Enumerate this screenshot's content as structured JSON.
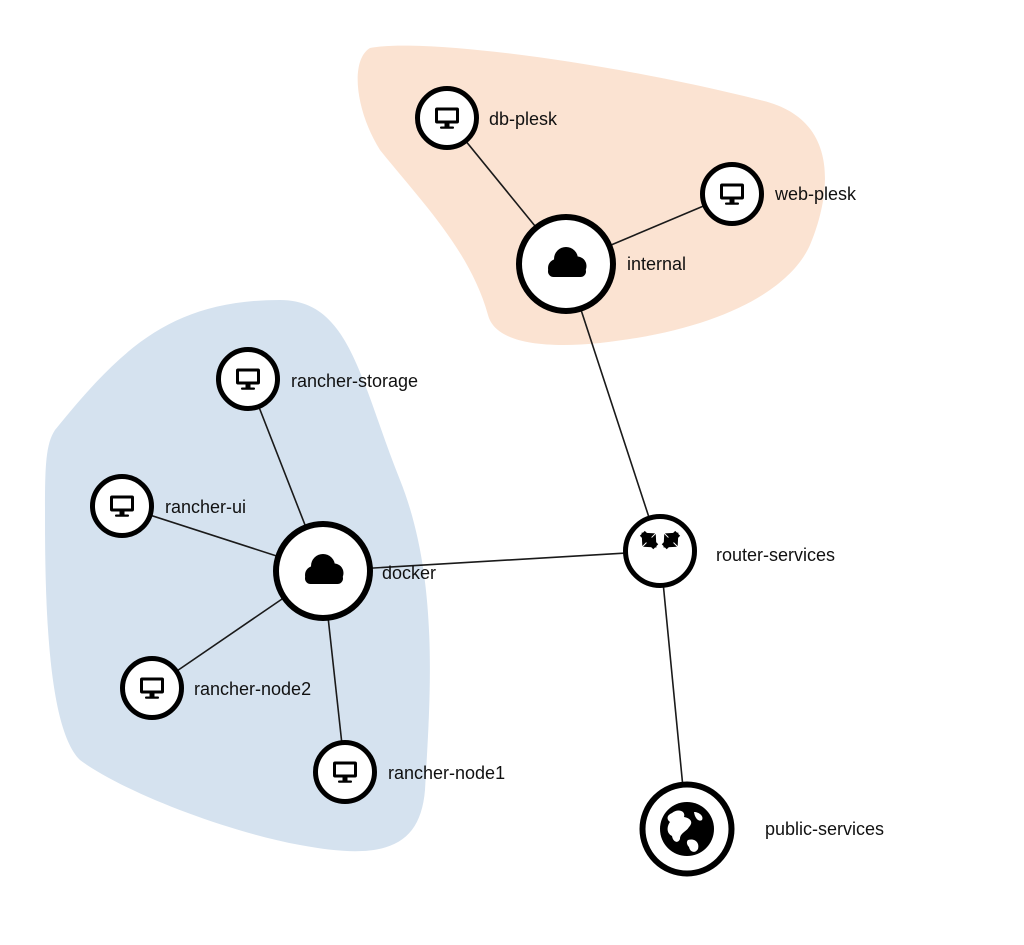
{
  "colors": {
    "internal_group": "#fbe3d2",
    "docker_group": "#d5e2ef",
    "node_stroke": "#000000",
    "link": "#1a1a1a"
  },
  "groups": {
    "internal": {
      "network": "internal"
    },
    "docker": {
      "network": "docker"
    }
  },
  "nodes": {
    "db_plesk": {
      "label": "db-plesk",
      "icon": "monitor-icon"
    },
    "web_plesk": {
      "label": "web-plesk",
      "icon": "monitor-icon"
    },
    "internal": {
      "label": "internal",
      "icon": "cloud-icon"
    },
    "rancher_storage": {
      "label": "rancher-storage",
      "icon": "monitor-icon"
    },
    "rancher_ui": {
      "label": "rancher-ui",
      "icon": "monitor-icon"
    },
    "docker": {
      "label": "docker",
      "icon": "cloud-icon"
    },
    "rancher_node2": {
      "label": "rancher-node2",
      "icon": "monitor-icon"
    },
    "rancher_node1": {
      "label": "rancher-node1",
      "icon": "monitor-icon"
    },
    "router_services": {
      "label": "router-services",
      "icon": "router-arrows-icon"
    },
    "public_services": {
      "label": "public-services",
      "icon": "globe-icon"
    }
  },
  "links": [
    {
      "from": "db-plesk",
      "to": "internal"
    },
    {
      "from": "web-plesk",
      "to": "internal"
    },
    {
      "from": "internal",
      "to": "router-services"
    },
    {
      "from": "rancher-storage",
      "to": "docker"
    },
    {
      "from": "rancher-ui",
      "to": "docker"
    },
    {
      "from": "rancher-node2",
      "to": "docker"
    },
    {
      "from": "rancher-node1",
      "to": "docker"
    },
    {
      "from": "docker",
      "to": "router-services"
    },
    {
      "from": "router-services",
      "to": "public-services"
    }
  ]
}
